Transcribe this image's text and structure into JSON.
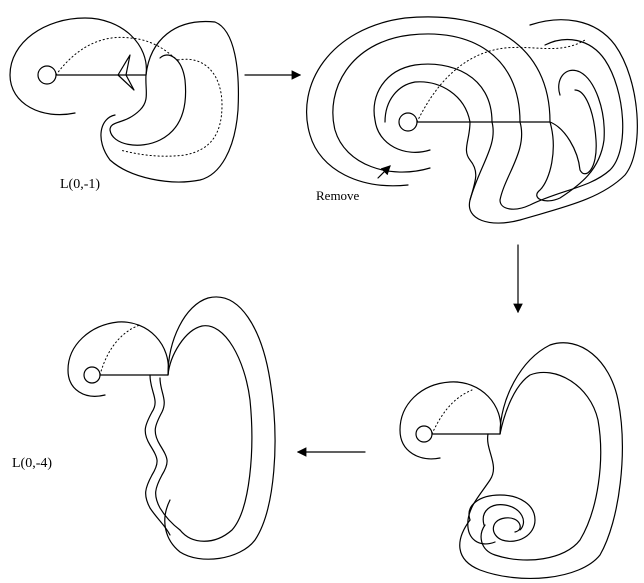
{
  "labels": {
    "top_left": "L(0,-1)",
    "mid_left": "L(0,-4)",
    "annotation": "Remove"
  }
}
